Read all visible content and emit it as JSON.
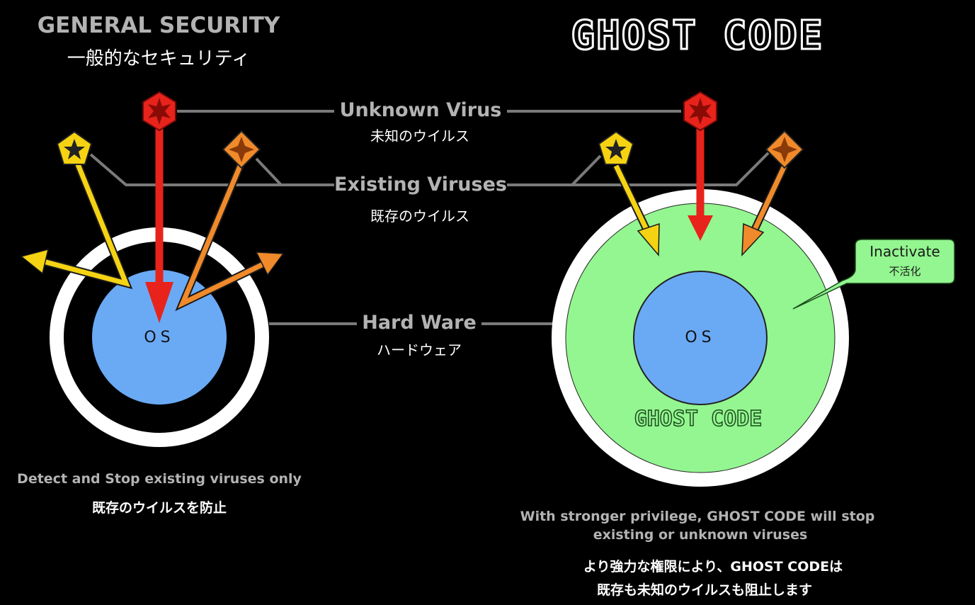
{
  "left_panel": {
    "title_en": "GENERAL SECURITY",
    "title_jp": "一般的なセキュリティ",
    "os_label": "OS",
    "caption_en": "Detect and Stop existing viruses only",
    "caption_jp": "既存のウイルスを防止"
  },
  "right_panel": {
    "logo": "GHOST CODE",
    "os_label": "OS",
    "inner_logo": "GHOST CODE",
    "callout_en": "Inactivate",
    "callout_jp": "不活化",
    "caption_en_line1": "With stronger privilege, GHOST CODE will stop",
    "caption_en_line2": "existing or unknown viruses",
    "caption_jp_line1": "より強力な権限により、GHOST CODEは",
    "caption_jp_line2": "既存も未知のウイルスも阻止します"
  },
  "legend": {
    "unknown_en": "Unknown Virus",
    "unknown_jp": "未知のウイルス",
    "existing_en": "Existing Viruses",
    "existing_jp": "既存のウイルス",
    "hardware_en": "Hard Ware",
    "hardware_jp": "ハードウェア"
  },
  "colors": {
    "unknown_virus": "#e8231b",
    "existing_virus_yellow": "#f5d313",
    "existing_virus_orange": "#f08a2a",
    "os": "#6aaaf5",
    "ghost_code_layer": "#93f690",
    "hardware_ring": "#ffffff",
    "connector": "#7a7a7a"
  },
  "icons": {
    "unknown_virus": "red-star-virus-icon",
    "existing_virus_1": "yellow-star-virus-icon",
    "existing_virus_2": "orange-star-virus-icon"
  }
}
